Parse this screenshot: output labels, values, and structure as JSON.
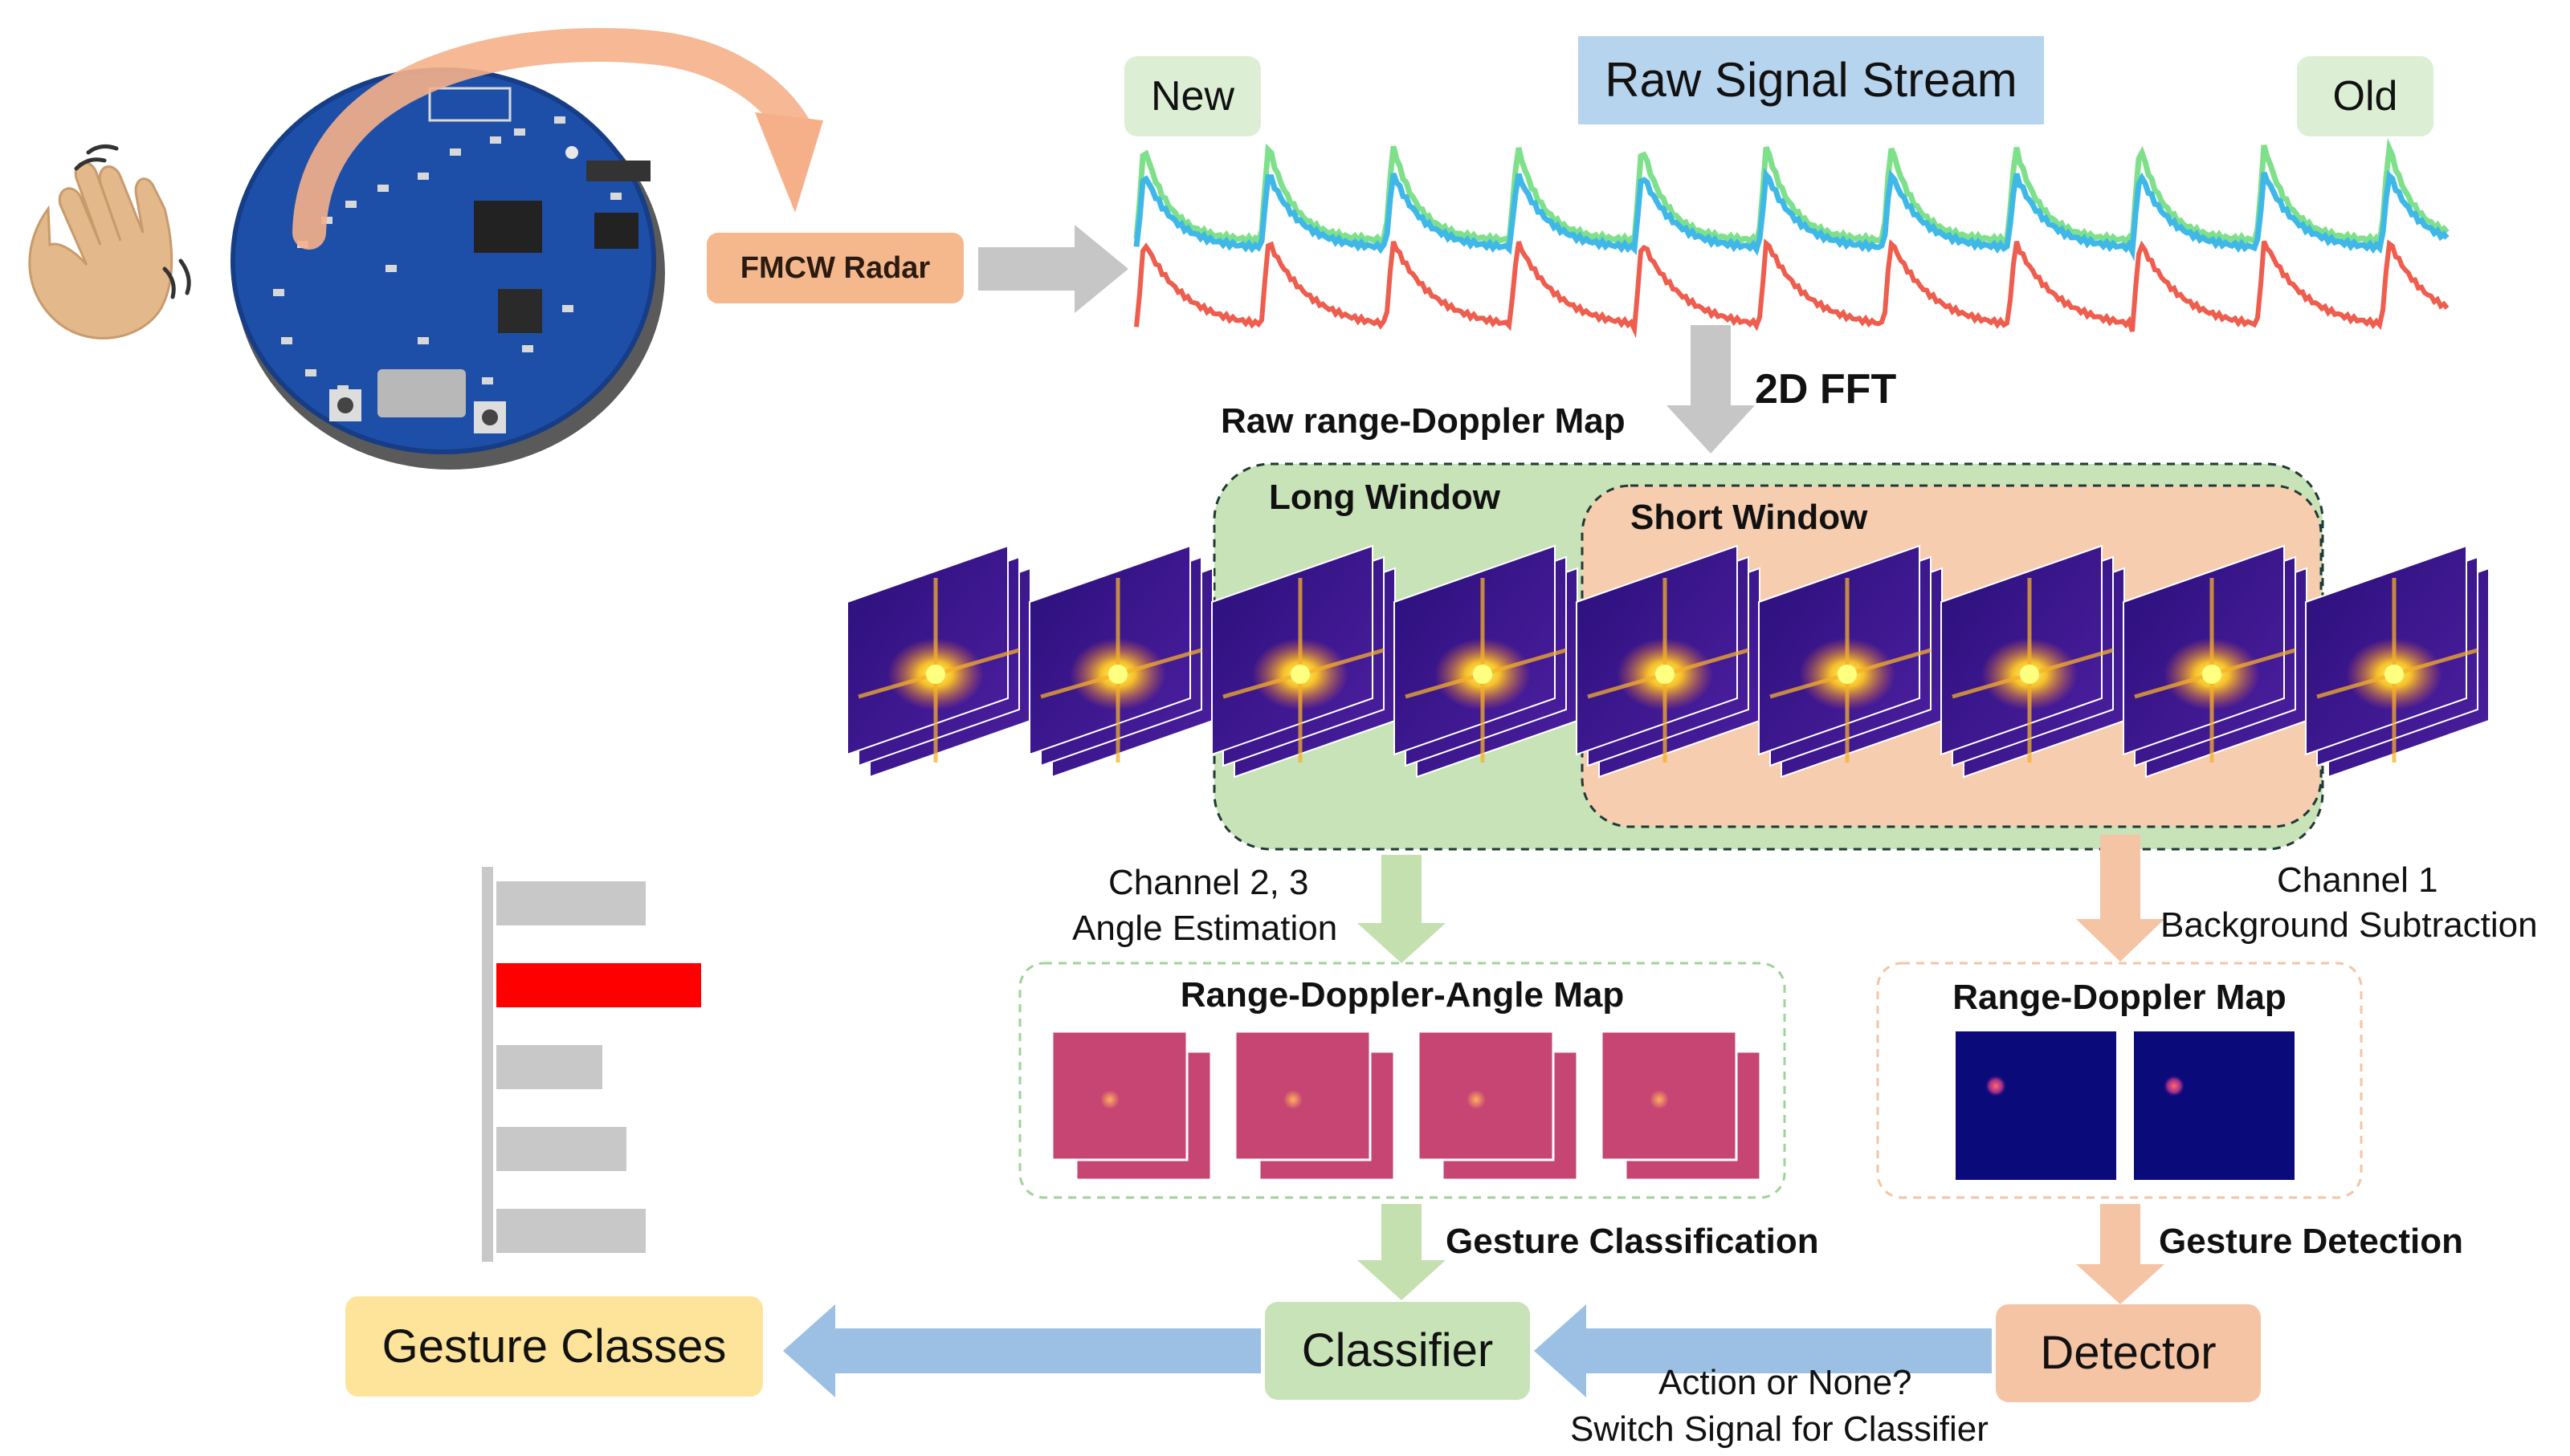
{
  "sensor": {
    "radar_label": "FMCW Radar",
    "hand_icon": "waving-hand-icon",
    "board_icon": "radar-circuit-board-icon"
  },
  "stream": {
    "title": "Raw Signal Stream",
    "new_label": "New",
    "old_label": "Old"
  },
  "fft": {
    "label": "2D FFT",
    "map_label": "Raw range-Doppler Map"
  },
  "windows": {
    "long_label": "Long Window",
    "short_label": "Short Window",
    "frame_count": 9
  },
  "left_branch": {
    "line1": "Channel 2, 3",
    "line2": "Angle Estimation",
    "map_title": "Range-Doppler-Angle Map",
    "step_label": "Gesture Classification",
    "module": "Classifier",
    "map_count": 4
  },
  "right_branch": {
    "line1": "Channel 1",
    "line2": "Background Subtraction",
    "map_title": "Range-Doppler Map",
    "step_label": "Gesture Detection",
    "module": "Detector",
    "map_count": 2
  },
  "switch": {
    "line1": "Action or None?",
    "line2": "Switch Signal for Classifier"
  },
  "output": {
    "label": "Gesture Classes",
    "bars": [
      0.62,
      0.85,
      0.44,
      0.54,
      0.62
    ],
    "highlight_index": 1
  },
  "colors": {
    "radar_box": "#f5b88c",
    "stream_title_bg": "#b7d4ee",
    "tag_bg": "#dcefd4",
    "long_window": "#c8e3b8",
    "short_window": "#f7cdb0",
    "classifier": "#c8e3b8",
    "detector": "#f5c4a4",
    "gesture_classes": "#fde49a",
    "green_arrow": "#c3e0ae",
    "peach_arrow": "#f5c4a4",
    "blue_arrow": "#9cc0e4",
    "gray_arrow": "#c6c6c6",
    "signal_green": "#7ee08a",
    "signal_blue": "#3fb8e8",
    "signal_red": "#ee5d4d",
    "angle_map": "#c74572",
    "doppler_map": "#0a0a7a",
    "bar_gray": "#c8c8c8",
    "bar_red": "#ff0000"
  }
}
